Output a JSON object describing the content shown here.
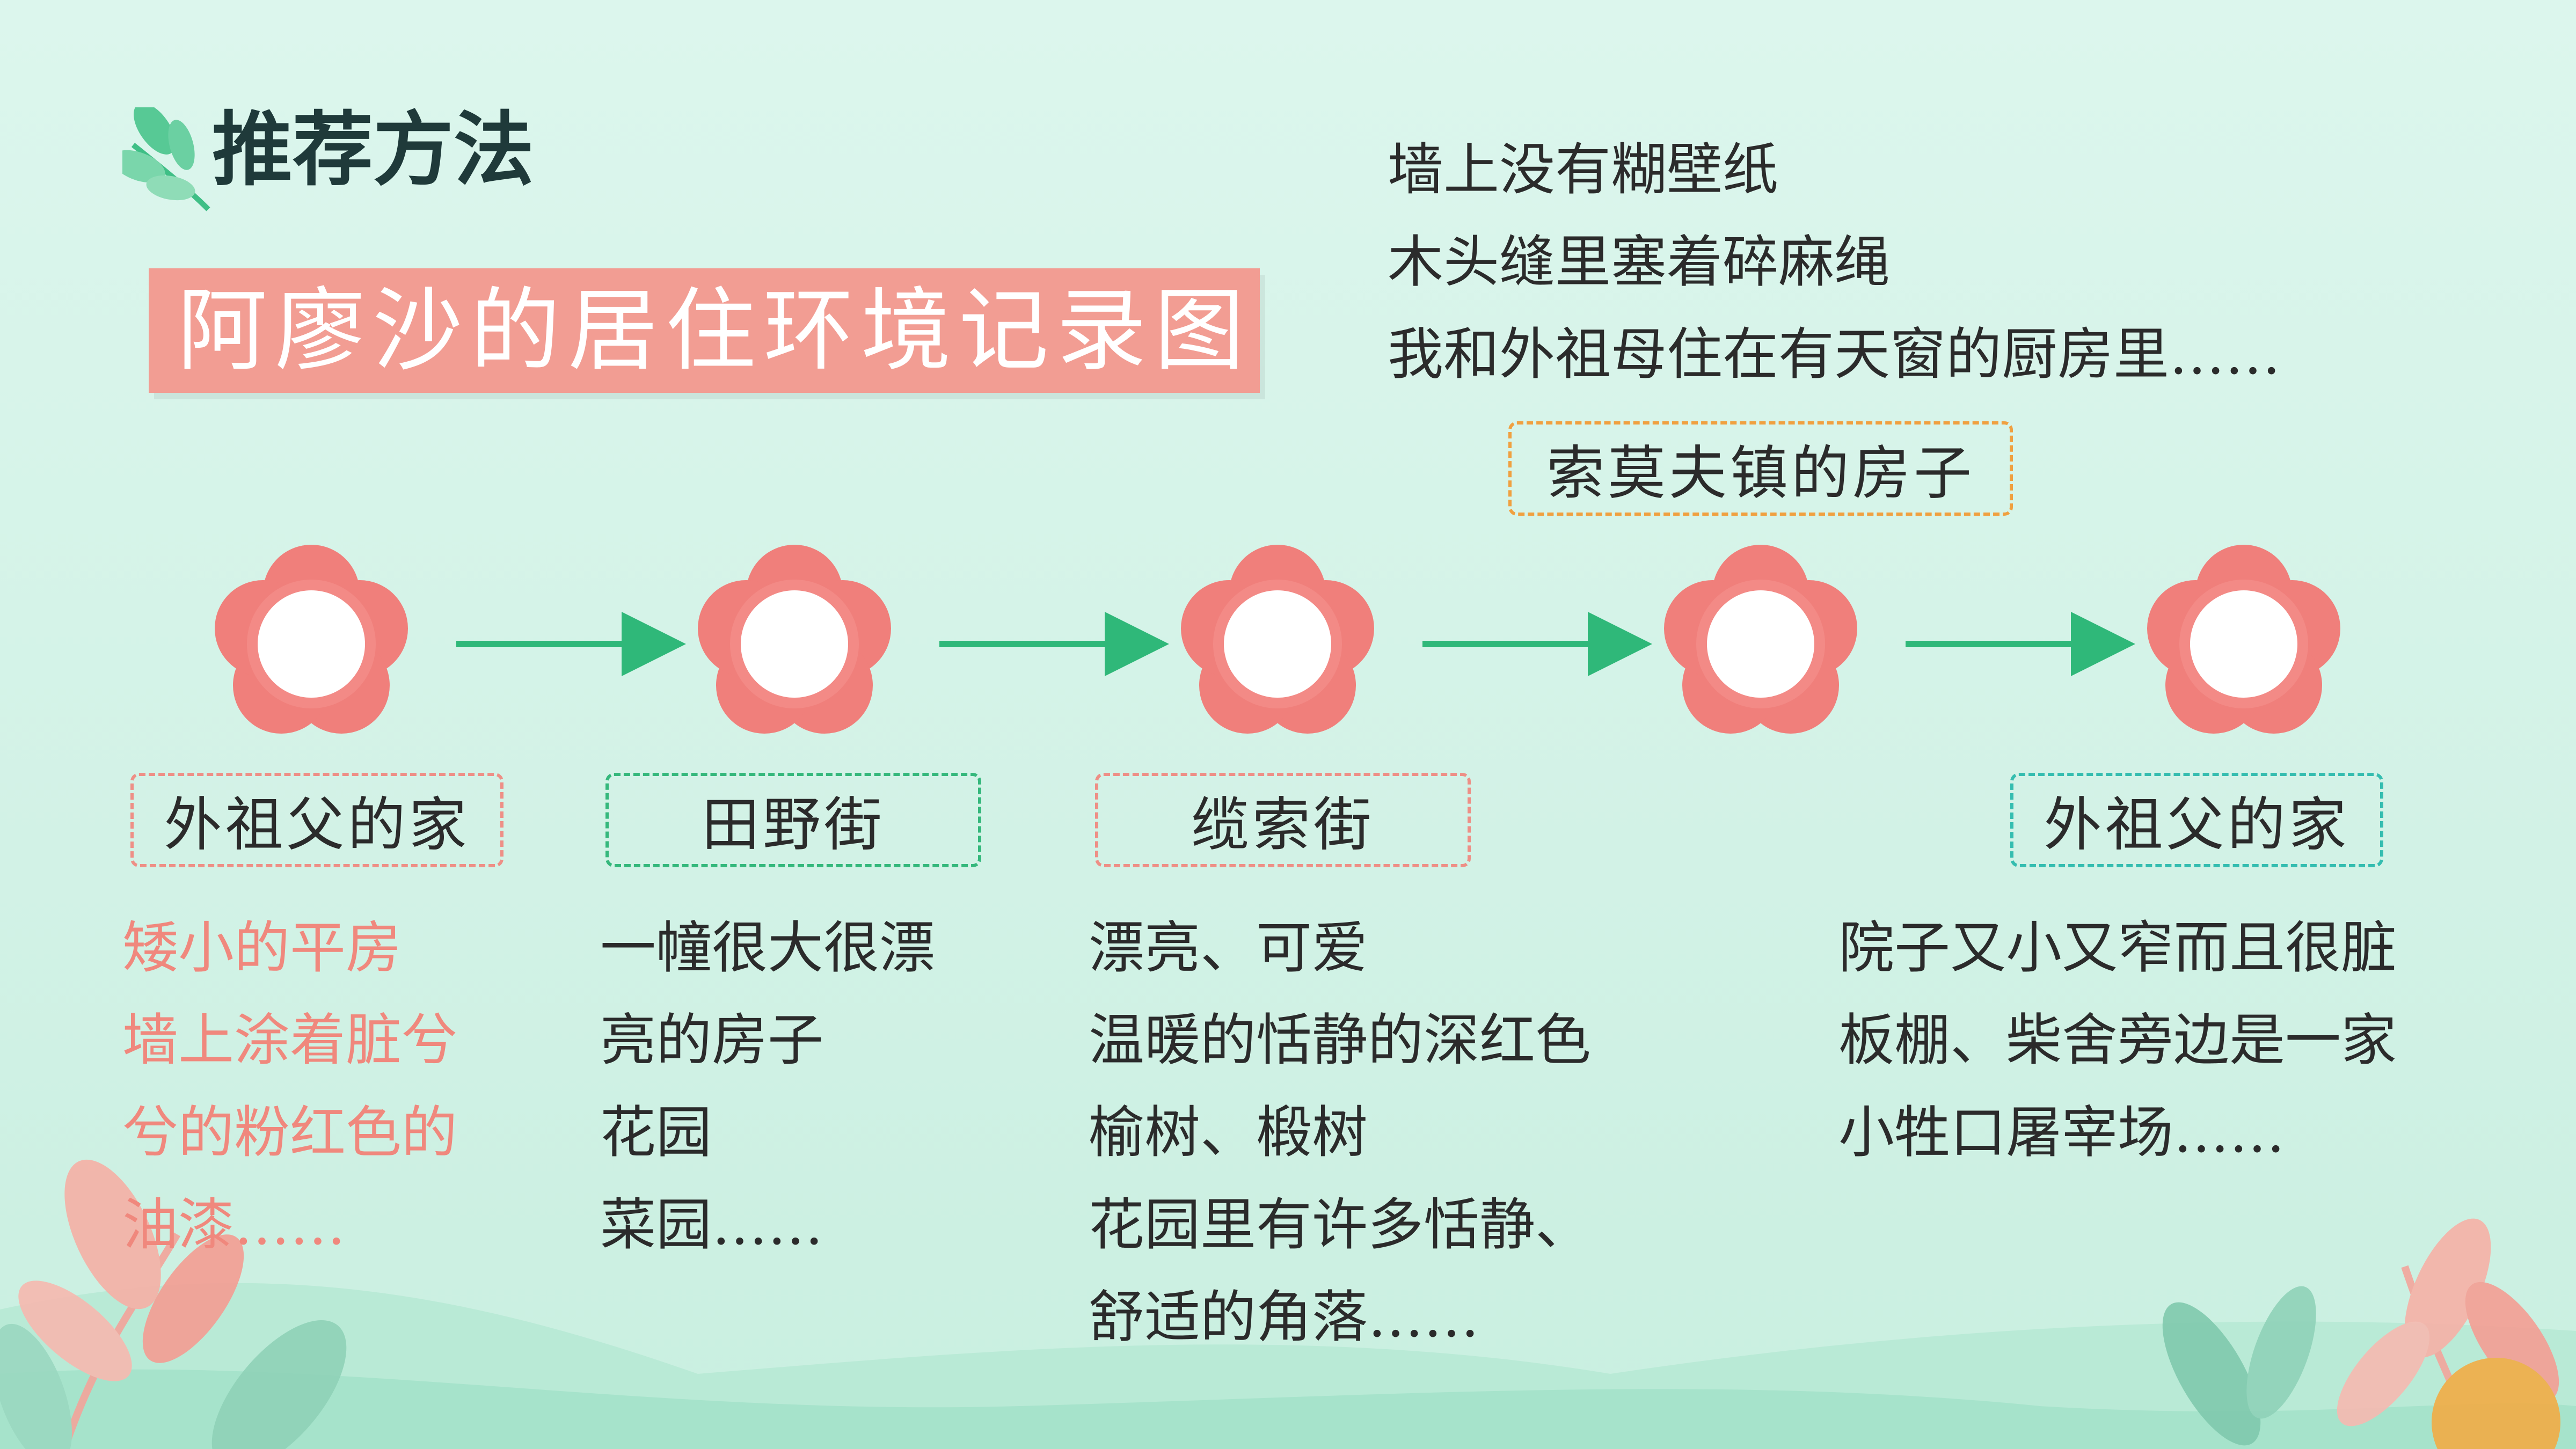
{
  "header": {
    "title": "推荐方法",
    "leaf_icon": "leaf-sprig-icon"
  },
  "banner": {
    "text": "阿廖沙的居住环境记录图"
  },
  "top_notes": {
    "lines": [
      "墙上没有糊壁纸",
      "木头缝里塞着碎麻绳",
      "我和外祖母住在有天窗的厨房里……"
    ]
  },
  "upper_label": {
    "text": "索莫夫镇的房子"
  },
  "stages": [
    {
      "label": "外祖父的家",
      "lines": [
        "矮小的平房",
        "墙上涂着脏兮",
        "兮的粉红色的",
        "油漆……"
      ]
    },
    {
      "label": "田野街",
      "lines": [
        "一幢很大很漂",
        "亮的房子",
        "花园",
        "菜园……"
      ]
    },
    {
      "label": "缆索街",
      "lines": [
        "漂亮、可爱",
        "温暖的恬静的深红色",
        "榆树、椴树",
        "花园里有许多恬静、",
        "舒适的角落……"
      ]
    },
    {
      "label": "",
      "lines": []
    },
    {
      "label": "外祖父的家",
      "lines": [
        "院子又小又窄而且很脏",
        "板棚、柴舍旁边是一家",
        "小牲口屠宰场……"
      ]
    }
  ],
  "colors": {
    "background": "#d6f4ea",
    "banner": "#f29d93",
    "flower_petal": "#f07f7b",
    "flower_center": "#ffffff",
    "arrow": "#2fb879",
    "box_pink": "#ee8f86",
    "box_green": "#35b87c",
    "box_orange": "#f0a040",
    "box_teal": "#35bdb0",
    "pink_text": "#f0887d"
  }
}
